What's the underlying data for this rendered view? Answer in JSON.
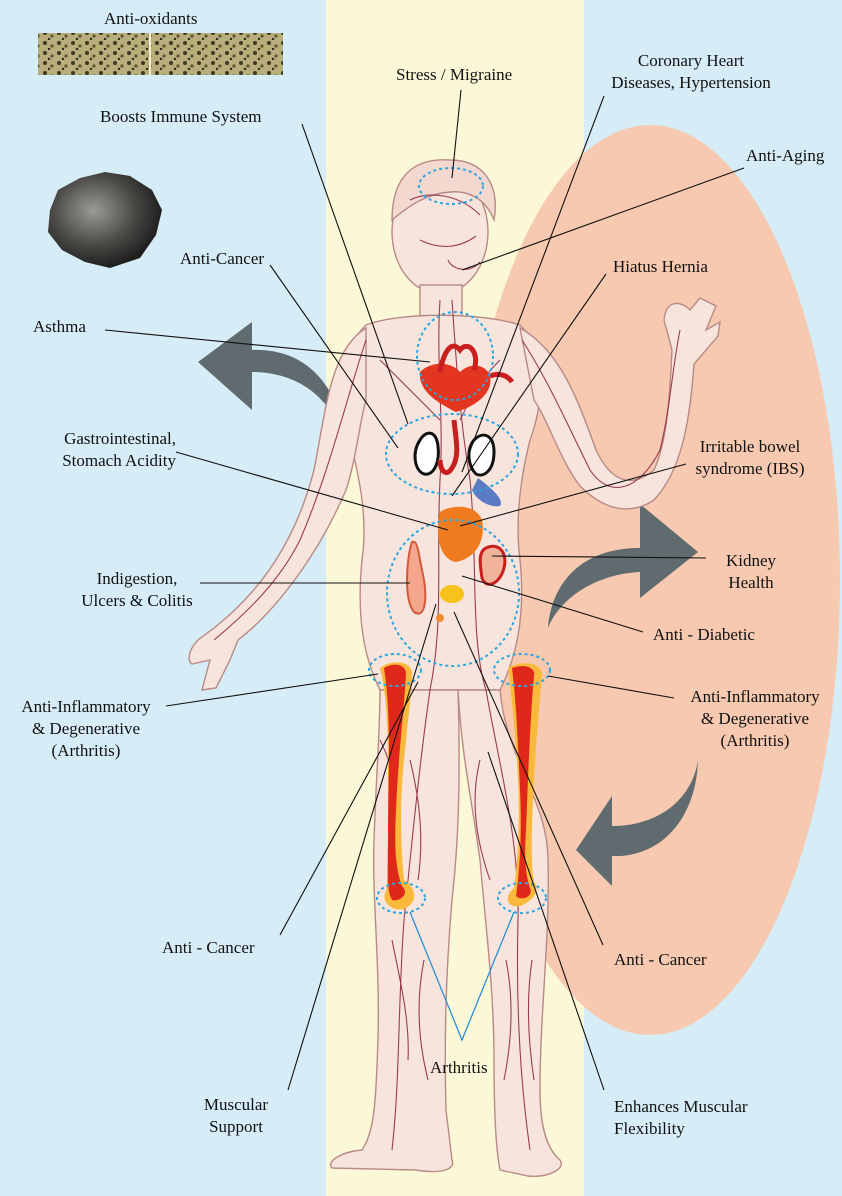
{
  "colors": {
    "left_panel": "#d6ecf6",
    "center_band": "#fbf8d8",
    "right_panel": "#d6ecf6",
    "oval": "#f6c9b0",
    "skin": "#f7e4dc",
    "vessel": "#8a1e3c",
    "bone": "#e0281a",
    "bone_glow": "#f9b93a",
    "arrow": "#5f6b6e",
    "circle": "#2aa7df",
    "leader": "#111111"
  },
  "icons": {
    "leaf_powder": "dried-leaf-texture",
    "powder_lump": "ground-powder-lump"
  },
  "labels": {
    "anti_oxidants": "Anti-oxidants",
    "stress": "Stress / Migraine",
    "coronary": [
      "Coronary Heart",
      "Diseases, Hypertension"
    ],
    "immune": "Boosts Immune System",
    "anti_aging": "Anti-Aging",
    "anti_cancer_top": "Anti-Cancer",
    "hiatus": "Hiatus Hernia",
    "asthma": "Asthma",
    "gastro": [
      "Gastrointestinal,",
      "Stomach Acidity"
    ],
    "ibs": [
      "Irritable bowel",
      "syndrome (IBS)"
    ],
    "kidney": [
      "Kidney",
      "Health"
    ],
    "indigestion": [
      "Indigestion,",
      "Ulcers & Colitis"
    ],
    "anti_diabetic": "Anti - Diabetic",
    "inflam_left": [
      "Anti-Inflammatory",
      "& Degenerative",
      "(Arthritis)"
    ],
    "inflam_right": [
      "Anti-Inflammatory",
      "& Degenerative",
      "(Arthritis)"
    ],
    "anti_cancer_left": "Anti - Cancer",
    "anti_cancer_right": "Anti - Cancer",
    "arthritis": "Arthritis",
    "muscular_support": [
      "Muscular",
      "Support"
    ],
    "muscular_flex": [
      "Enhances Muscular",
      "Flexibility"
    ]
  }
}
